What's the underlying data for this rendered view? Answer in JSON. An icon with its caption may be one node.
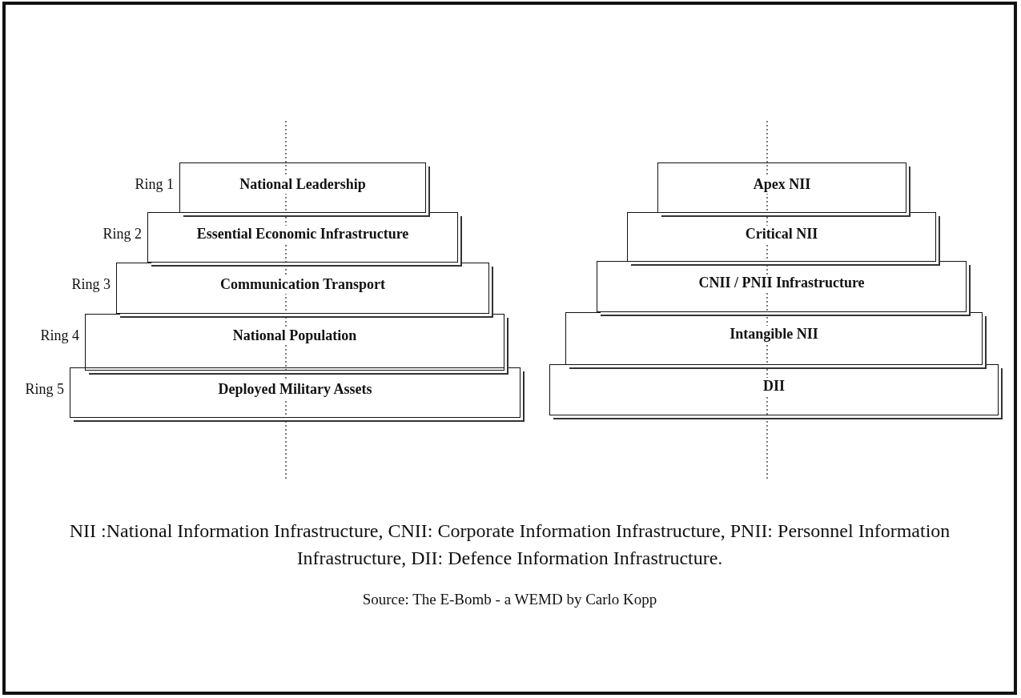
{
  "diagram": {
    "caption": "NII :National Information Infrastructure, CNII: Corporate Information Infrastructure, PNII: Personnel Information Infrastructure, DII: Defence Information Infrastructure.",
    "nodes": [
      {
        "text": [
          "National Leadership"
        ],
        "beside": [
          "Ring 1"
        ]
      },
      {
        "text": [
          "Essential Economic Infrastructure"
        ],
        "beside": [
          "Ring 2"
        ]
      },
      {
        "text": [
          "Communication Transport"
        ],
        "beside": [
          "Ring 3"
        ]
      },
      {
        "text": [
          "National Population"
        ],
        "beside": [
          "Ring 4"
        ]
      },
      {
        "text": [
          "Deployed Military Assets"
        ],
        "beside": [
          "Ring 5"
        ]
      },
      {
        "text": [
          "Apex NII"
        ]
      },
      {
        "text": [
          "Critical NII"
        ]
      },
      {
        "text": [
          "CNII / PNII Infrastructure"
        ]
      },
      {
        "text": [
          "Intangible NII"
        ]
      },
      {
        "text": [
          "DII"
        ]
      }
    ],
    "labels": [
      "Source: The E-Bomb - a WEMD by Carlo Kopp"
    ]
  }
}
